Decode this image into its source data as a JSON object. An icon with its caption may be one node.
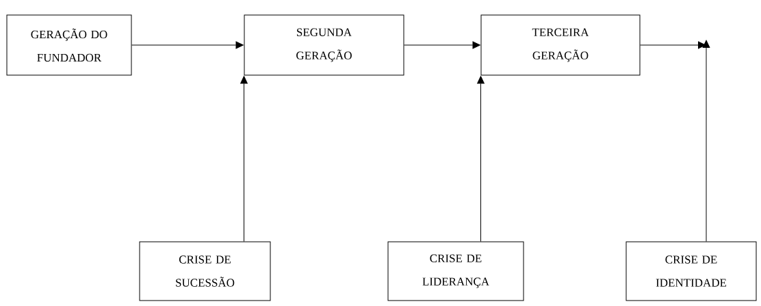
{
  "diagram": {
    "nodes": [
      {
        "text": [
          "GERAÇÃO DO FUNDADOR"
        ]
      },
      {
        "text": [
          "SEGUNDA GERAÇÃO"
        ]
      },
      {
        "text": [
          "TERCEIRA GERAÇÃO"
        ]
      },
      {
        "text": [
          "CRISE DE SUCESSÃO"
        ]
      },
      {
        "text": [
          "CRISE DE LIDERANÇA"
        ]
      },
      {
        "text": [
          "CRISE DE IDENTIDADE"
        ]
      }
    ],
    "edges": [
      {
        "from": 0,
        "to": 1,
        "arrow": "to"
      },
      {
        "from": 1,
        "to": 2,
        "arrow": "to"
      },
      {
        "from": 2,
        "to": null,
        "arrow": "to"
      },
      {
        "from": 3,
        "to": 1,
        "arrow": "to"
      },
      {
        "from": 4,
        "to": 2,
        "arrow": "to"
      },
      {
        "from": 5,
        "to": null,
        "arrow": "to"
      }
    ]
  }
}
